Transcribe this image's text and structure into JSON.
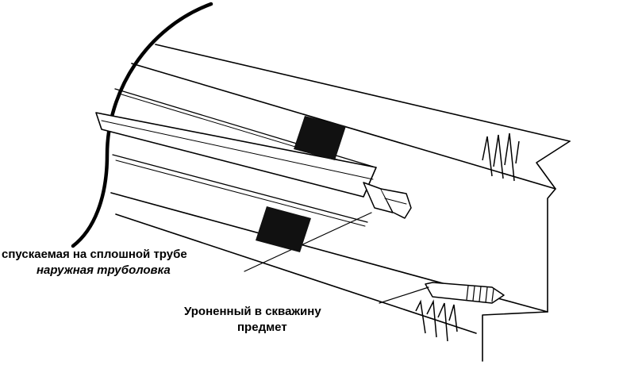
{
  "labels": {
    "overshot_line1": "спускаемая на сплошной трубе",
    "overshot_line2": "наружная труболовка",
    "fish_line1": "Уроненный в скважину",
    "fish_line2": "предмет"
  },
  "colors": {
    "ink": "#000000",
    "paper": "#ffffff",
    "packer": "#111111"
  }
}
